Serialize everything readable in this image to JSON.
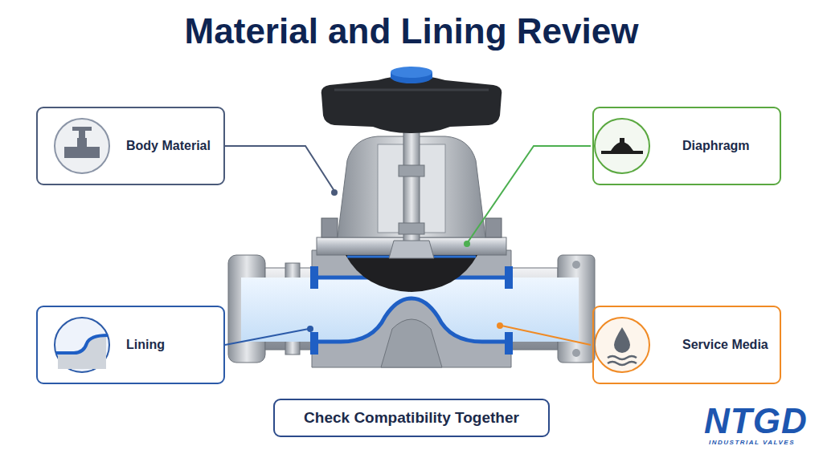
{
  "diagram": {
    "title": "Material and Lining Review",
    "nodes": [
      {
        "text": [
          "Body Material"
        ]
      },
      {
        "text": [
          "Diaphragm"
        ]
      },
      {
        "text": [
          "Lining"
        ]
      },
      {
        "text": [
          "Service Media"
        ]
      },
      {
        "text": [
          "Check Compatibility Together"
        ]
      }
    ],
    "labels": [
      "NTGD",
      "INDUSTRIAL VALVES"
    ]
  }
}
